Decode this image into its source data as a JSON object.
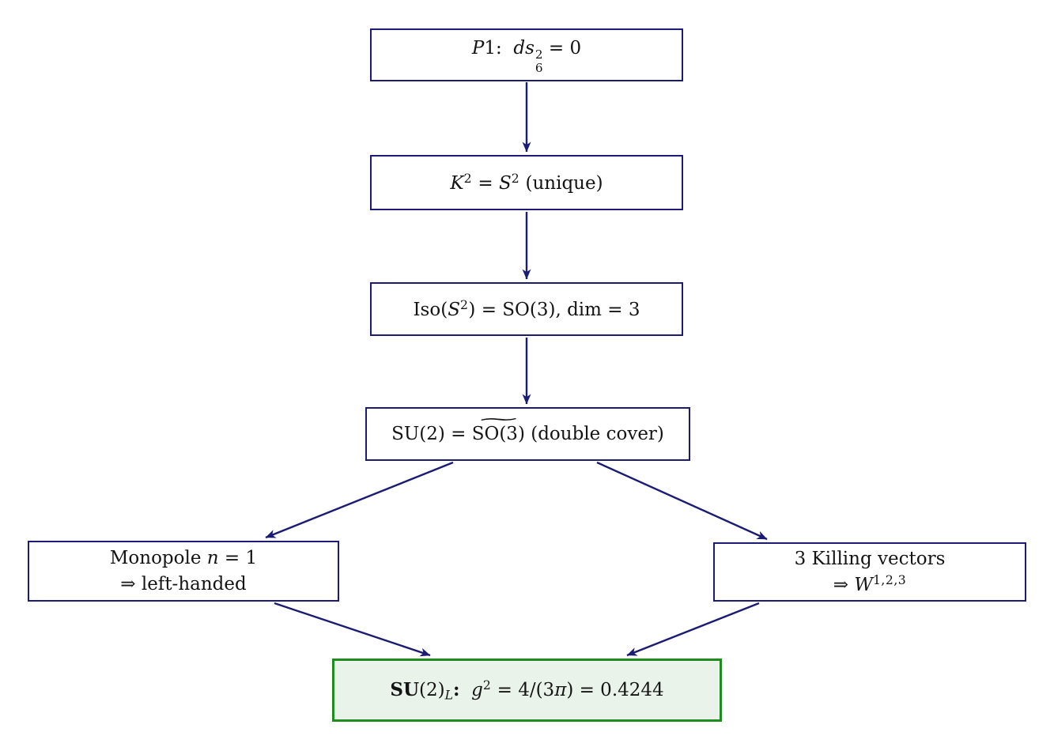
{
  "colors": {
    "arrow_navy": "#1b1b73",
    "box_border_navy": "#1b1b73",
    "result_border_green": "#1f8c1f",
    "result_fill_green": "#eaf3ea",
    "text": "#141414",
    "background": "#ffffff"
  },
  "nodes": {
    "p1": {
      "plain_text": "P1: ds_6^2 = 0",
      "lines": [
        [
          {
            "t": "P",
            "s": "i"
          },
          {
            "t": "1:  ",
            "s": "r"
          },
          {
            "t": "ds",
            "s": "i"
          },
          {
            "s": "ss",
            "sup": "2",
            "sub": "6"
          },
          {
            "t": " = 0",
            "s": "r"
          }
        ]
      ]
    },
    "k2": {
      "plain_text": "K^2 = S^2 (unique)",
      "lines": [
        [
          {
            "t": "K",
            "s": "i"
          },
          {
            "t": "2",
            "s": "sup"
          },
          {
            "t": " = ",
            "s": "r"
          },
          {
            "t": "S",
            "s": "i"
          },
          {
            "t": "2",
            "s": "sup"
          },
          {
            "t": " (unique)",
            "s": "r"
          }
        ]
      ]
    },
    "iso": {
      "plain_text": "Iso(S^2) = SO(3), dim = 3",
      "lines": [
        [
          {
            "t": "Iso(",
            "s": "r"
          },
          {
            "t": "S",
            "s": "i"
          },
          {
            "t": "2",
            "s": "sup"
          },
          {
            "t": ") = SO(3), dim = 3",
            "s": "r"
          }
        ]
      ]
    },
    "su2cover": {
      "plain_text": "SU(2) = ~SO(3) (double cover)",
      "lines": [
        [
          {
            "t": "SU(2) = ",
            "s": "r"
          },
          {
            "s": "tilde",
            "t": "SO(3)",
            "mark": "∼"
          },
          {
            "t": " (double cover)",
            "s": "r"
          }
        ]
      ]
    },
    "monopole": {
      "plain_text": "Monopole n = 1 => left-handed",
      "lines": [
        [
          {
            "t": "Monopole ",
            "s": "r"
          },
          {
            "t": "n",
            "s": "i"
          },
          {
            "t": " = 1",
            "s": "r"
          }
        ],
        [
          {
            "t": "⇒ left-handed",
            "s": "r"
          }
        ]
      ]
    },
    "killing": {
      "plain_text": "3 Killing vectors => W^{1,2,3}",
      "lines": [
        [
          {
            "t": "3 Killing vectors",
            "s": "r"
          }
        ],
        [
          {
            "t": "⇒ ",
            "s": "r"
          },
          {
            "t": "W",
            "s": "i"
          },
          {
            "t": "1,2,3",
            "s": "sup"
          }
        ]
      ]
    },
    "result": {
      "plain_text": "SU(2)_L: g^2 = 4/(3pi) = 0.4244",
      "lines": [
        [
          {
            "t": "SU",
            "s": "b"
          },
          {
            "t": "(2)",
            "s": "r"
          },
          {
            "t": "L",
            "s": "isub"
          },
          {
            "t": ":",
            "s": "b"
          },
          {
            "t": "  ",
            "s": "r"
          },
          {
            "t": "g",
            "s": "i"
          },
          {
            "t": "2",
            "s": "sup"
          },
          {
            "t": " = 4/(3",
            "s": "r"
          },
          {
            "t": "π",
            "s": "i"
          },
          {
            "t": ") = 0.4244",
            "s": "r"
          }
        ]
      ]
    }
  },
  "edges": [
    {
      "from": "p1",
      "to": "k2"
    },
    {
      "from": "k2",
      "to": "iso"
    },
    {
      "from": "iso",
      "to": "su2cover"
    },
    {
      "from": "su2cover",
      "to": "monopole"
    },
    {
      "from": "su2cover",
      "to": "killing"
    },
    {
      "from": "monopole",
      "to": "result"
    },
    {
      "from": "killing",
      "to": "result"
    }
  ]
}
